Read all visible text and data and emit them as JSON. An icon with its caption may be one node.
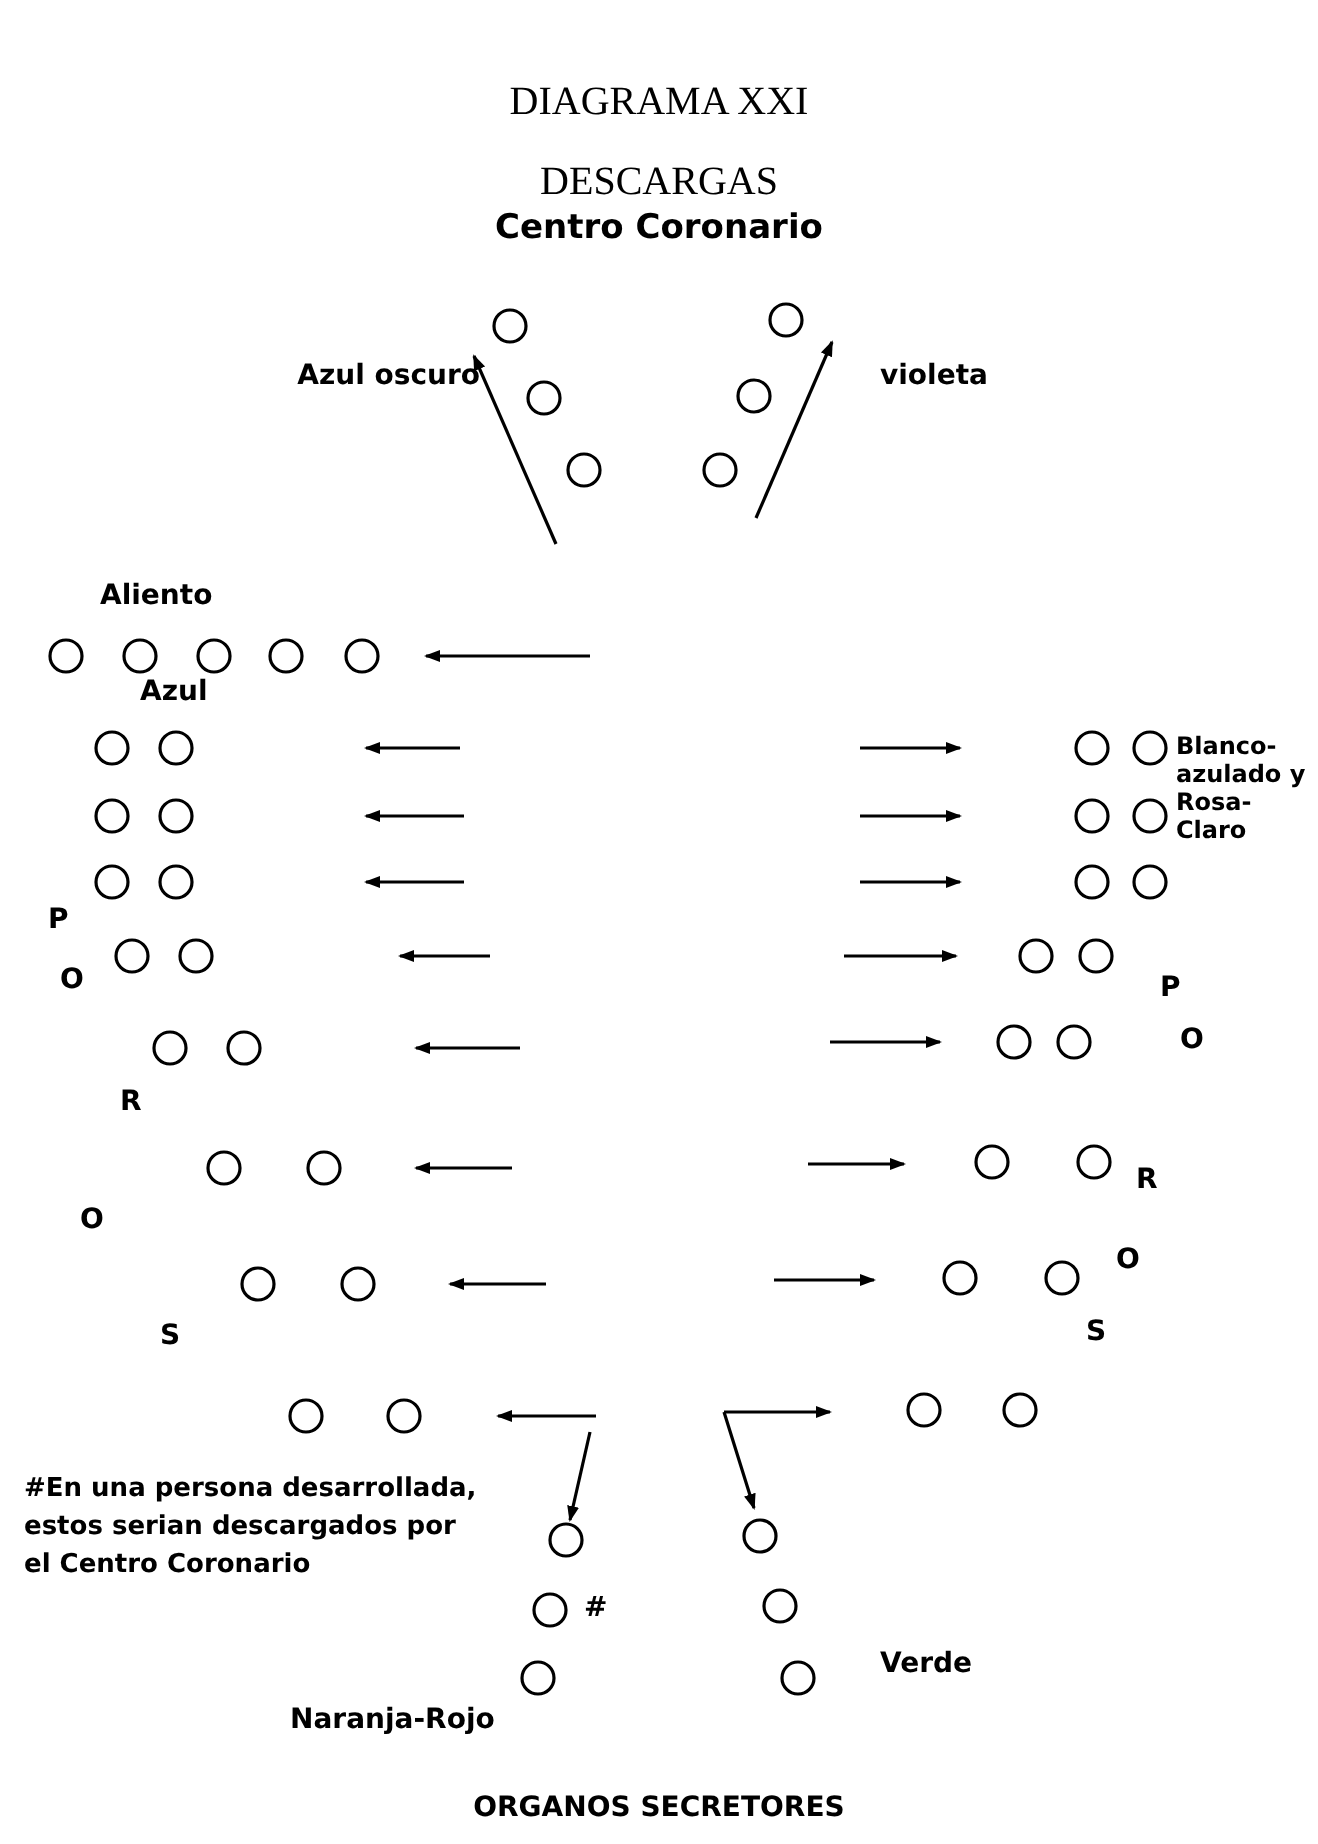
{
  "diagram": {
    "title": "DIAGRAMA XXI",
    "labels": [
      "DESCARGAS",
      "Centro Coronario",
      "Azul oscuro",
      "violeta",
      "Aliento",
      "Azul",
      "Blanco-azulado y Rosa-Claro",
      "P",
      "P",
      "O",
      "O",
      "R",
      "R",
      "O",
      "O",
      "S",
      "S",
      "#En una persona desarrollada, estos serian descargados por el Centro Coronario",
      "#",
      "Verde",
      "Naranja-Rojo",
      "ORGANOS SECRETORES"
    ]
  }
}
